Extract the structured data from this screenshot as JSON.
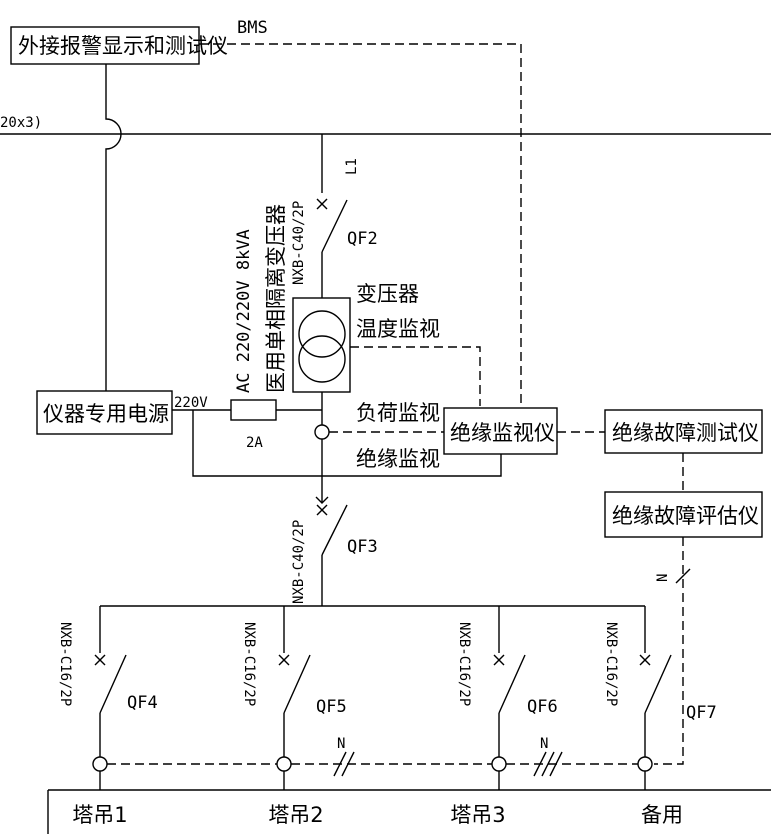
{
  "boxes": {
    "alarm_display": "外接报警显示和测试仪",
    "instrument_power": "仪器专用电源",
    "insulation_monitor": "绝缘监视仪",
    "fault_tester": "绝缘故障测试仪",
    "fault_evaluator": "绝缘故障评估仪"
  },
  "labels": {
    "bms": "BMS",
    "busbar_edge": "20x3)",
    "l1": "L1",
    "qf2": "QF2",
    "qf2_breaker": "NXB-C40/2P",
    "transformer_name": "医用单相隔离变压器",
    "transformer_rating": "AC 220/220V 8kVA",
    "transformer_temp_1": "变压器",
    "transformer_temp_2": "温度监视",
    "load_monitor": "负荷监视",
    "insulation_monitor_label": "绝缘监视",
    "v220": "220V",
    "fuse": "2A",
    "qf3": "QF3",
    "qf3_breaker": "NXB-C40/2P",
    "n_label": "N"
  },
  "branches": [
    {
      "breaker": "NXB-C16/2P",
      "qf": "QF4",
      "load": "塔吊1"
    },
    {
      "breaker": "NXB-C16/2P",
      "qf": "QF5",
      "load": "塔吊2"
    },
    {
      "breaker": "NXB-C16/2P",
      "qf": "QF6",
      "load": "塔吊3"
    },
    {
      "breaker": "NXB-C16/2P",
      "qf": "QF7",
      "load": "备用"
    }
  ]
}
